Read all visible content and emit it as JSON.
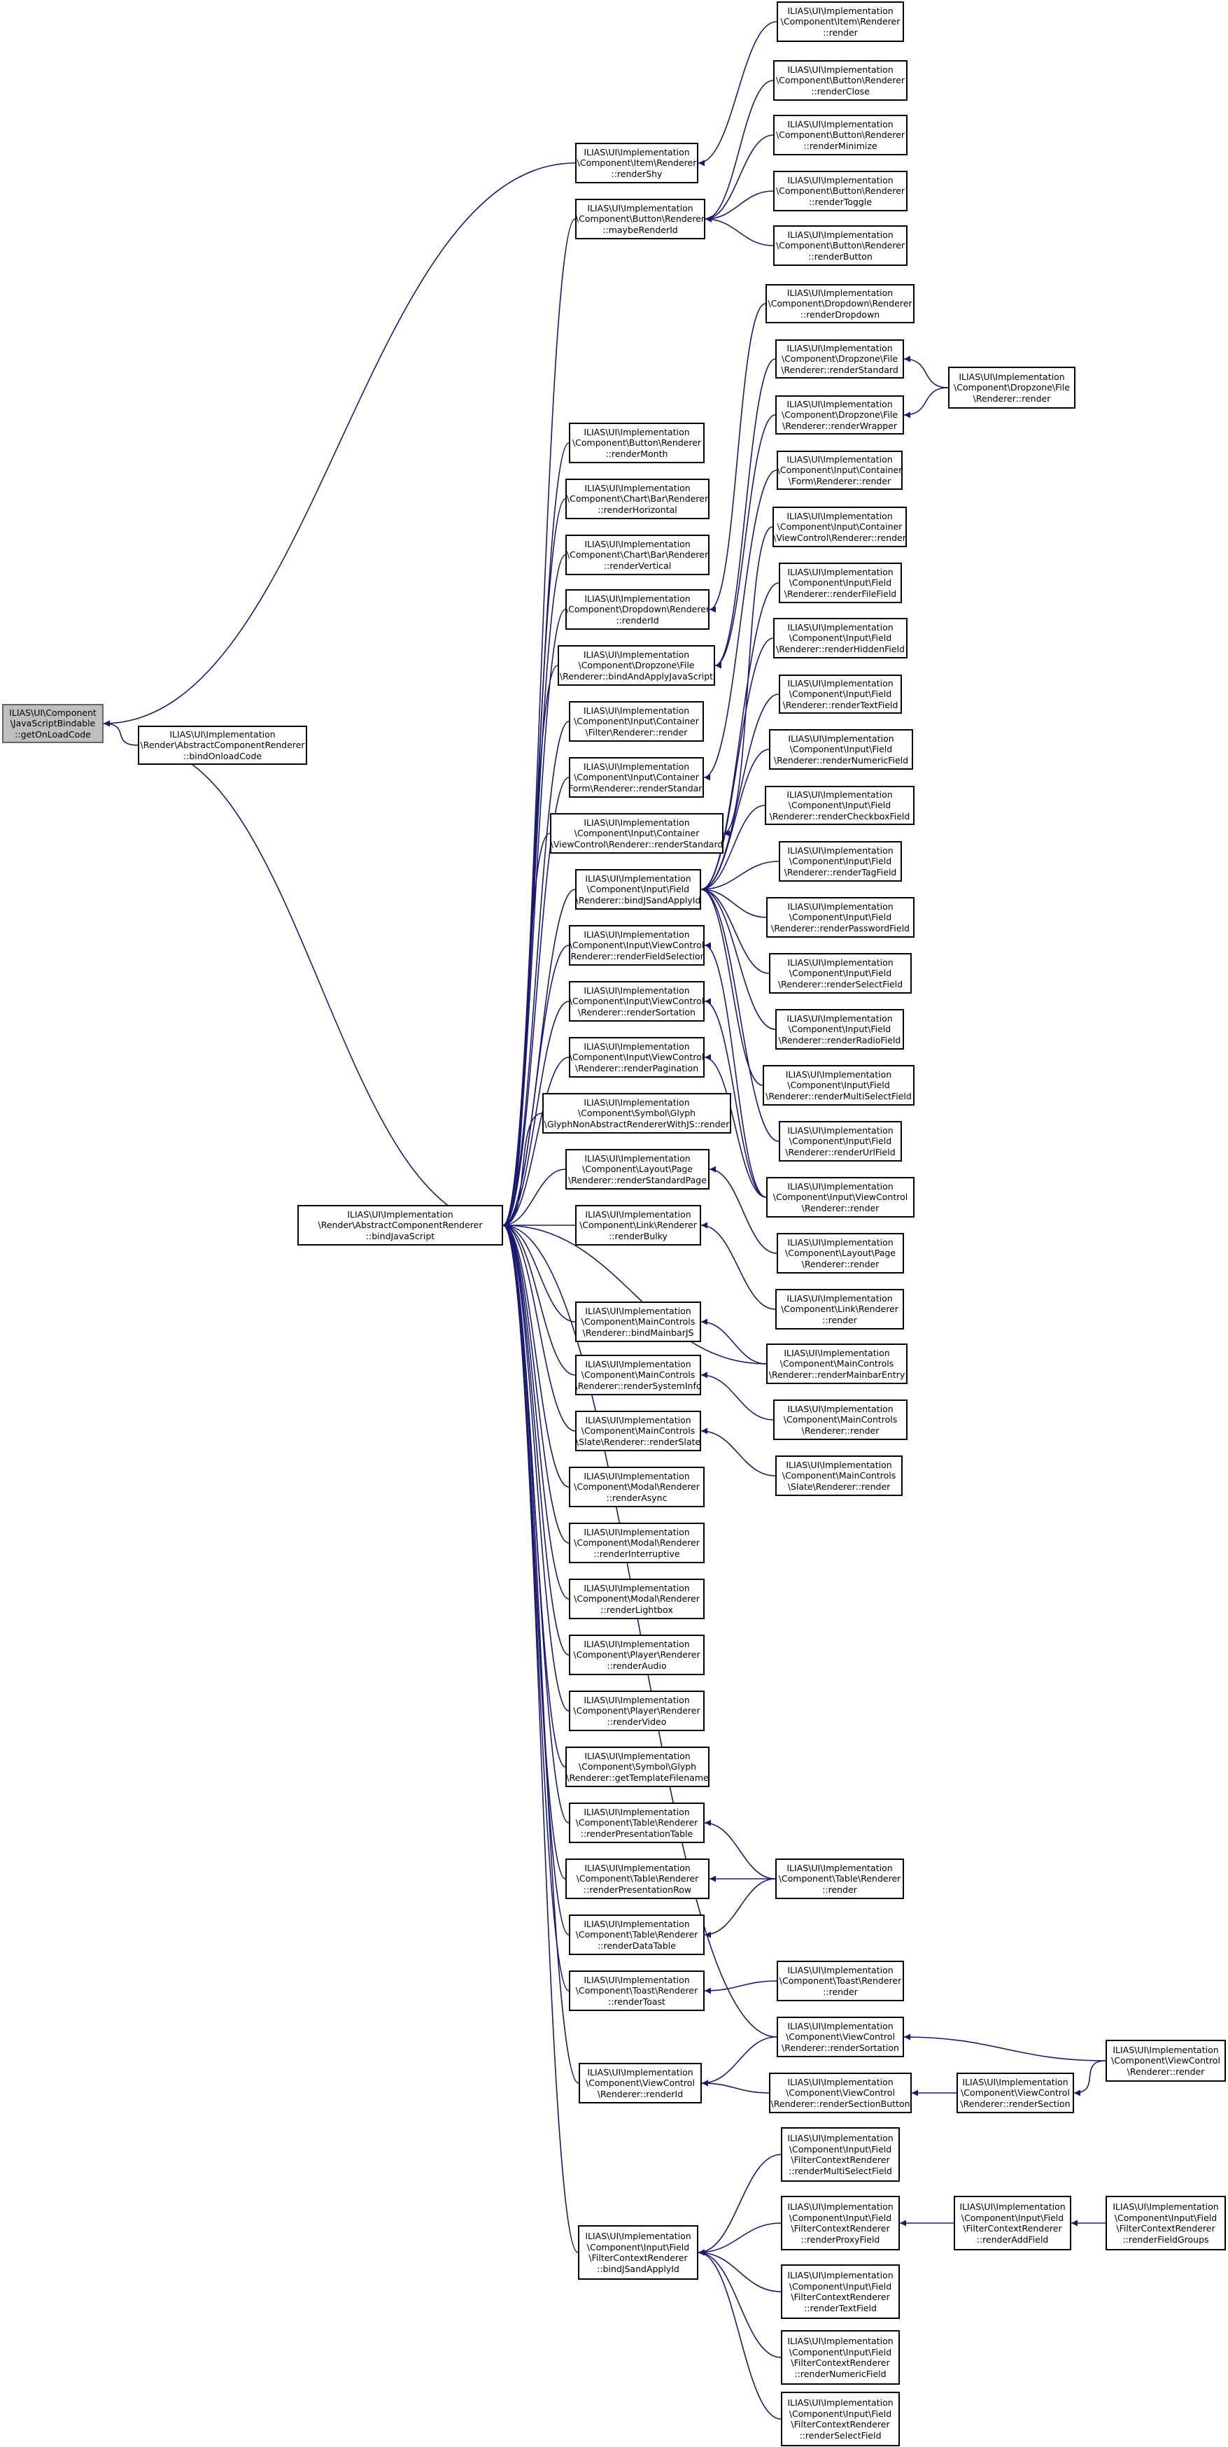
{
  "graph": {
    "edge_color": "#191970",
    "root_fill": "#bfbfbf",
    "node_fill": "#ffffff",
    "nodes": [
      {
        "id": "n0",
        "lines": [
          "ILIAS\\UI\\Component",
          "\\JavaScriptBindable",
          "::getOnLoadCode"
        ],
        "root": true
      },
      {
        "id": "n1",
        "lines": [
          "ILIAS\\UI\\Implementation",
          "\\Render\\AbstractComponentRenderer",
          "::bindOnloadCode"
        ]
      },
      {
        "id": "n2",
        "lines": [
          "ILIAS\\UI\\Implementation",
          "\\Component\\Item\\Renderer",
          "::renderShy"
        ]
      },
      {
        "id": "n3",
        "lines": [
          "ILIAS\\UI\\Implementation",
          "\\Component\\Item\\Renderer",
          "::render"
        ]
      },
      {
        "id": "n4",
        "lines": [
          "ILIAS\\UI\\Implementation",
          "\\Component\\Button\\Renderer",
          "::maybeRenderId"
        ]
      },
      {
        "id": "n5",
        "lines": [
          "ILIAS\\UI\\Implementation",
          "\\Component\\Button\\Renderer",
          "::renderClose"
        ]
      },
      {
        "id": "n6",
        "lines": [
          "ILIAS\\UI\\Implementation",
          "\\Component\\Button\\Renderer",
          "::renderMinimize"
        ]
      },
      {
        "id": "n7",
        "lines": [
          "ILIAS\\UI\\Implementation",
          "\\Component\\Button\\Renderer",
          "::renderToggle"
        ]
      },
      {
        "id": "n8",
        "lines": [
          "ILIAS\\UI\\Implementation",
          "\\Component\\Button\\Renderer",
          "::renderButton"
        ]
      },
      {
        "id": "n9",
        "lines": [
          "ILIAS\\UI\\Implementation",
          "\\Component\\Dropdown\\Renderer",
          "::renderDropdown"
        ]
      },
      {
        "id": "n10",
        "lines": [
          "ILIAS\\UI\\Implementation",
          "\\Component\\Dropzone\\File",
          "\\Renderer::renderStandard"
        ]
      },
      {
        "id": "n11",
        "lines": [
          "ILIAS\\UI\\Implementation",
          "\\Component\\Dropzone\\File",
          "\\Renderer::render"
        ]
      },
      {
        "id": "n12",
        "lines": [
          "ILIAS\\UI\\Implementation",
          "\\Component\\Dropzone\\File",
          "\\Renderer::renderWrapper"
        ]
      },
      {
        "id": "n13",
        "lines": [
          "ILIAS\\UI\\Implementation",
          "\\Component\\Input\\Container",
          "\\Form\\Renderer::render"
        ]
      },
      {
        "id": "n14",
        "lines": [
          "ILIAS\\UI\\Implementation",
          "\\Component\\Input\\Container",
          "\\ViewControl\\Renderer::render"
        ]
      },
      {
        "id": "n15",
        "lines": [
          "ILIAS\\UI\\Implementation",
          "\\Component\\Input\\Field",
          "\\Renderer::renderFileField"
        ]
      },
      {
        "id": "n16",
        "lines": [
          "ILIAS\\UI\\Implementation",
          "\\Component\\Input\\Field",
          "\\Renderer::renderHiddenField"
        ]
      },
      {
        "id": "n17",
        "lines": [
          "ILIAS\\UI\\Implementation",
          "\\Component\\Input\\Field",
          "\\Renderer::renderTextField"
        ]
      },
      {
        "id": "n18",
        "lines": [
          "ILIAS\\UI\\Implementation",
          "\\Component\\Input\\Field",
          "\\Renderer::renderNumericField"
        ]
      },
      {
        "id": "n19",
        "lines": [
          "ILIAS\\UI\\Implementation",
          "\\Component\\Input\\Field",
          "\\Renderer::renderCheckboxField"
        ]
      },
      {
        "id": "n20",
        "lines": [
          "ILIAS\\UI\\Implementation",
          "\\Component\\Input\\Field",
          "\\Renderer::renderTagField"
        ]
      },
      {
        "id": "n21",
        "lines": [
          "ILIAS\\UI\\Implementation",
          "\\Component\\Input\\Field",
          "\\Renderer::renderPasswordField"
        ]
      },
      {
        "id": "n22",
        "lines": [
          "ILIAS\\UI\\Implementation",
          "\\Component\\Input\\Field",
          "\\Renderer::renderSelectField"
        ]
      },
      {
        "id": "n23",
        "lines": [
          "ILIAS\\UI\\Implementation",
          "\\Component\\Input\\Field",
          "\\Renderer::renderRadioField"
        ]
      },
      {
        "id": "n24",
        "lines": [
          "ILIAS\\UI\\Implementation",
          "\\Component\\Input\\Field",
          "\\Renderer::renderMultiSelectField"
        ]
      },
      {
        "id": "n25",
        "lines": [
          "ILIAS\\UI\\Implementation",
          "\\Component\\Input\\Field",
          "\\Renderer::renderUrlField"
        ]
      },
      {
        "id": "n26",
        "lines": [
          "ILIAS\\UI\\Implementation",
          "\\Component\\Input\\ViewControl",
          "\\Renderer::render"
        ]
      },
      {
        "id": "n27",
        "lines": [
          "ILIAS\\UI\\Implementation",
          "\\Component\\Layout\\Page",
          "\\Renderer::render"
        ]
      },
      {
        "id": "n28",
        "lines": [
          "ILIAS\\UI\\Implementation",
          "\\Component\\Link\\Renderer",
          "::render"
        ]
      },
      {
        "id": "n29",
        "lines": [
          "ILIAS\\UI\\Implementation",
          "\\Component\\MainControls",
          "\\Renderer::renderMainbarEntry"
        ]
      },
      {
        "id": "n30",
        "lines": [
          "ILIAS\\UI\\Implementation",
          "\\Component\\MainControls",
          "\\Renderer::render"
        ]
      },
      {
        "id": "n31",
        "lines": [
          "ILIAS\\UI\\Implementation",
          "\\Component\\MainControls",
          "\\Slate\\Renderer::render"
        ]
      },
      {
        "id": "n32",
        "lines": [
          "ILIAS\\UI\\Implementation",
          "\\Component\\Button\\Renderer",
          "::renderMonth"
        ]
      },
      {
        "id": "n33",
        "lines": [
          "ILIAS\\UI\\Implementation",
          "\\Component\\Chart\\Bar\\Renderer",
          "::renderHorizontal"
        ]
      },
      {
        "id": "n34",
        "lines": [
          "ILIAS\\UI\\Implementation",
          "\\Component\\Chart\\Bar\\Renderer",
          "::renderVertical"
        ]
      },
      {
        "id": "n35",
        "lines": [
          "ILIAS\\UI\\Implementation",
          "\\Component\\Dropdown\\Renderer",
          "::renderId"
        ]
      },
      {
        "id": "n36",
        "lines": [
          "ILIAS\\UI\\Implementation",
          "\\Component\\Dropzone\\File",
          "\\Renderer::bindAndApplyJavaScript"
        ]
      },
      {
        "id": "n37",
        "lines": [
          "ILIAS\\UI\\Implementation",
          "\\Component\\Input\\Container",
          "\\Filter\\Renderer::render"
        ]
      },
      {
        "id": "n38",
        "lines": [
          "ILIAS\\UI\\Implementation",
          "\\Component\\Input\\Container",
          "\\Form\\Renderer::renderStandard"
        ]
      },
      {
        "id": "n39",
        "lines": [
          "ILIAS\\UI\\Implementation",
          "\\Component\\Input\\Container",
          "\\ViewControl\\Renderer::renderStandard"
        ]
      },
      {
        "id": "n40",
        "lines": [
          "ILIAS\\UI\\Implementation",
          "\\Component\\Input\\Field",
          "\\Renderer::bindJSandApplyId"
        ]
      },
      {
        "id": "n41",
        "lines": [
          "ILIAS\\UI\\Implementation",
          "\\Component\\Input\\ViewControl",
          "\\Renderer::renderFieldSelection"
        ]
      },
      {
        "id": "n42",
        "lines": [
          "ILIAS\\UI\\Implementation",
          "\\Component\\Input\\ViewControl",
          "\\Renderer::renderSortation"
        ]
      },
      {
        "id": "n43",
        "lines": [
          "ILIAS\\UI\\Implementation",
          "\\Component\\Input\\ViewControl",
          "\\Renderer::renderPagination"
        ]
      },
      {
        "id": "n44",
        "lines": [
          "ILIAS\\UI\\Implementation",
          "\\Component\\Symbol\\Glyph",
          "\\GlyphNonAbstractRendererWithJS::render"
        ]
      },
      {
        "id": "n45",
        "lines": [
          "ILIAS\\UI\\Implementation",
          "\\Component\\Layout\\Page",
          "\\Renderer::renderStandardPage"
        ]
      },
      {
        "id": "n46",
        "lines": [
          "ILIAS\\UI\\Implementation",
          "\\Render\\AbstractComponentRenderer",
          "::bindJavaScript"
        ]
      },
      {
        "id": "n47",
        "lines": [
          "ILIAS\\UI\\Implementation",
          "\\Component\\Link\\Renderer",
          "::renderBulky"
        ]
      },
      {
        "id": "n48",
        "lines": [
          "ILIAS\\UI\\Implementation",
          "\\Component\\MainControls",
          "\\Renderer::bindMainbarJS"
        ]
      },
      {
        "id": "n49",
        "lines": [
          "ILIAS\\UI\\Implementation",
          "\\Component\\MainControls",
          "\\Renderer::renderSystemInfo"
        ]
      },
      {
        "id": "n50",
        "lines": [
          "ILIAS\\UI\\Implementation",
          "\\Component\\MainControls",
          "\\Slate\\Renderer::renderSlate"
        ]
      },
      {
        "id": "n51",
        "lines": [
          "ILIAS\\UI\\Implementation",
          "\\Component\\Modal\\Renderer",
          "::renderAsync"
        ]
      },
      {
        "id": "n52",
        "lines": [
          "ILIAS\\UI\\Implementation",
          "\\Component\\Modal\\Renderer",
          "::renderInterruptive"
        ]
      },
      {
        "id": "n53",
        "lines": [
          "ILIAS\\UI\\Implementation",
          "\\Component\\Modal\\Renderer",
          "::renderLightbox"
        ]
      },
      {
        "id": "n54",
        "lines": [
          "ILIAS\\UI\\Implementation",
          "\\Component\\Player\\Renderer",
          "::renderAudio"
        ]
      },
      {
        "id": "n55",
        "lines": [
          "ILIAS\\UI\\Implementation",
          "\\Component\\Player\\Renderer",
          "::renderVideo"
        ]
      },
      {
        "id": "n56",
        "lines": [
          "ILIAS\\UI\\Implementation",
          "\\Component\\Symbol\\Glyph",
          "\\Renderer::getTemplateFilename"
        ]
      },
      {
        "id": "n57",
        "lines": [
          "ILIAS\\UI\\Implementation",
          "\\Component\\Table\\Renderer",
          "::renderPresentationTable"
        ]
      },
      {
        "id": "n58",
        "lines": [
          "ILIAS\\UI\\Implementation",
          "\\Component\\Table\\Renderer",
          "::renderPresentationRow"
        ]
      },
      {
        "id": "n59",
        "lines": [
          "ILIAS\\UI\\Implementation",
          "\\Component\\Table\\Renderer",
          "::render"
        ]
      },
      {
        "id": "n60",
        "lines": [
          "ILIAS\\UI\\Implementation",
          "\\Component\\Table\\Renderer",
          "::renderDataTable"
        ]
      },
      {
        "id": "n61",
        "lines": [
          "ILIAS\\UI\\Implementation",
          "\\Component\\Toast\\Renderer",
          "::renderToast"
        ]
      },
      {
        "id": "n62",
        "lines": [
          "ILIAS\\UI\\Implementation",
          "\\Component\\Toast\\Renderer",
          "::render"
        ]
      },
      {
        "id": "n63",
        "lines": [
          "ILIAS\\UI\\Implementation",
          "\\Component\\ViewControl",
          "\\Renderer::renderSortation"
        ]
      },
      {
        "id": "n64",
        "lines": [
          "ILIAS\\UI\\Implementation",
          "\\Component\\ViewControl",
          "\\Renderer::render"
        ]
      },
      {
        "id": "n65",
        "lines": [
          "ILIAS\\UI\\Implementation",
          "\\Component\\ViewControl",
          "\\Renderer::renderId"
        ]
      },
      {
        "id": "n66",
        "lines": [
          "ILIAS\\UI\\Implementation",
          "\\Component\\ViewControl",
          "\\Renderer::renderSectionButton"
        ]
      },
      {
        "id": "n67",
        "lines": [
          "ILIAS\\UI\\Implementation",
          "\\Component\\ViewControl",
          "\\Renderer::renderSection"
        ]
      },
      {
        "id": "n68",
        "lines": [
          "ILIAS\\UI\\Implementation",
          "\\Component\\Input\\Field",
          "\\FilterContextRenderer",
          "::renderMultiSelectField"
        ]
      },
      {
        "id": "n69",
        "lines": [
          "ILIAS\\UI\\Implementation",
          "\\Component\\Input\\Field",
          "\\FilterContextRenderer",
          "::renderProxyField"
        ]
      },
      {
        "id": "n70",
        "lines": [
          "ILIAS\\UI\\Implementation",
          "\\Component\\Input\\Field",
          "\\FilterContextRenderer",
          "::renderAddField"
        ]
      },
      {
        "id": "n71",
        "lines": [
          "ILIAS\\UI\\Implementation",
          "\\Component\\Input\\Field",
          "\\FilterContextRenderer",
          "::renderFieldGroups"
        ]
      },
      {
        "id": "n72",
        "lines": [
          "ILIAS\\UI\\Implementation",
          "\\Component\\Input\\Field",
          "\\FilterContextRenderer",
          "::bindJSandApplyId"
        ]
      },
      {
        "id": "n73",
        "lines": [
          "ILIAS\\UI\\Implementation",
          "\\Component\\Input\\Field",
          "\\FilterContextRenderer",
          "::renderTextField"
        ]
      },
      {
        "id": "n74",
        "lines": [
          "ILIAS\\UI\\Implementation",
          "\\Component\\Input\\Field",
          "\\FilterContextRenderer",
          "::renderNumericField"
        ]
      },
      {
        "id": "n75",
        "lines": [
          "ILIAS\\UI\\Implementation",
          "\\Component\\Input\\Field",
          "\\FilterContextRenderer",
          "::renderSelectField"
        ]
      }
    ],
    "edges": [
      [
        "n0",
        "n1"
      ],
      [
        "n0",
        "n2"
      ],
      [
        "n1",
        "n46"
      ],
      [
        "n2",
        "n3"
      ],
      [
        "n4",
        "n5"
      ],
      [
        "n4",
        "n6"
      ],
      [
        "n4",
        "n7"
      ],
      [
        "n4",
        "n8"
      ],
      [
        "n10",
        "n11"
      ],
      [
        "n12",
        "n11"
      ],
      [
        "n35",
        "n9"
      ],
      [
        "n36",
        "n10"
      ],
      [
        "n36",
        "n12"
      ],
      [
        "n38",
        "n13"
      ],
      [
        "n39",
        "n14"
      ],
      [
        "n40",
        "n15"
      ],
      [
        "n40",
        "n16"
      ],
      [
        "n40",
        "n17"
      ],
      [
        "n40",
        "n18"
      ],
      [
        "n40",
        "n19"
      ],
      [
        "n40",
        "n20"
      ],
      [
        "n40",
        "n21"
      ],
      [
        "n40",
        "n22"
      ],
      [
        "n40",
        "n23"
      ],
      [
        "n40",
        "n24"
      ],
      [
        "n40",
        "n25"
      ],
      [
        "n41",
        "n26"
      ],
      [
        "n42",
        "n26"
      ],
      [
        "n43",
        "n26"
      ],
      [
        "n45",
        "n27"
      ],
      [
        "n47",
        "n28"
      ],
      [
        "n48",
        "n29"
      ],
      [
        "n49",
        "n30"
      ],
      [
        "n50",
        "n31"
      ],
      [
        "n57",
        "n59"
      ],
      [
        "n58",
        "n59"
      ],
      [
        "n60",
        "n59"
      ],
      [
        "n61",
        "n62"
      ],
      [
        "n63",
        "n64"
      ],
      [
        "n65",
        "n63"
      ],
      [
        "n65",
        "n66"
      ],
      [
        "n66",
        "n67"
      ],
      [
        "n67",
        "n64"
      ],
      [
        "n72",
        "n68"
      ],
      [
        "n72",
        "n69"
      ],
      [
        "n72",
        "n73"
      ],
      [
        "n72",
        "n74"
      ],
      [
        "n72",
        "n75"
      ],
      [
        "n69",
        "n70"
      ],
      [
        "n70",
        "n71"
      ],
      [
        "n46",
        "n4"
      ],
      [
        "n46",
        "n32"
      ],
      [
        "n46",
        "n33"
      ],
      [
        "n46",
        "n34"
      ],
      [
        "n46",
        "n35"
      ],
      [
        "n46",
        "n36"
      ],
      [
        "n46",
        "n37"
      ],
      [
        "n46",
        "n38"
      ],
      [
        "n46",
        "n39"
      ],
      [
        "n46",
        "n40"
      ],
      [
        "n46",
        "n41"
      ],
      [
        "n46",
        "n42"
      ],
      [
        "n46",
        "n43"
      ],
      [
        "n46",
        "n44"
      ],
      [
        "n46",
        "n45"
      ],
      [
        "n46",
        "n47"
      ],
      [
        "n46",
        "n48"
      ],
      [
        "n46",
        "n49"
      ],
      [
        "n46",
        "n50"
      ],
      [
        "n46",
        "n51"
      ],
      [
        "n46",
        "n52"
      ],
      [
        "n46",
        "n53"
      ],
      [
        "n46",
        "n54"
      ],
      [
        "n46",
        "n55"
      ],
      [
        "n46",
        "n56"
      ],
      [
        "n46",
        "n57"
      ],
      [
        "n46",
        "n58"
      ],
      [
        "n46",
        "n60"
      ],
      [
        "n46",
        "n61"
      ],
      [
        "n46",
        "n63"
      ],
      [
        "n46",
        "n65"
      ],
      [
        "n46",
        "n72"
      ],
      [
        "n46",
        "n29"
      ]
    ]
  }
}
